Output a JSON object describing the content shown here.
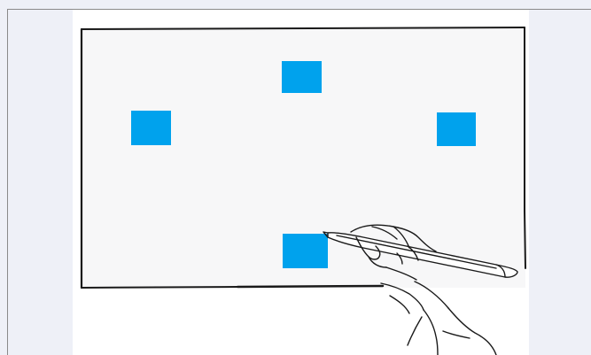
{
  "diagram": {
    "colors": {
      "page_background": "#eef0f7",
      "panel_background": "#ffffff",
      "screen_background": "#f7f7f8",
      "screen_border": "#1a1a1a",
      "target_fill": "#00a2ed",
      "hand_stroke": "#1a1a1a"
    },
    "targets": [
      "top-target",
      "left-target",
      "right-target",
      "bottom-target"
    ],
    "icons": [
      "hand-with-stylus-icon"
    ]
  }
}
